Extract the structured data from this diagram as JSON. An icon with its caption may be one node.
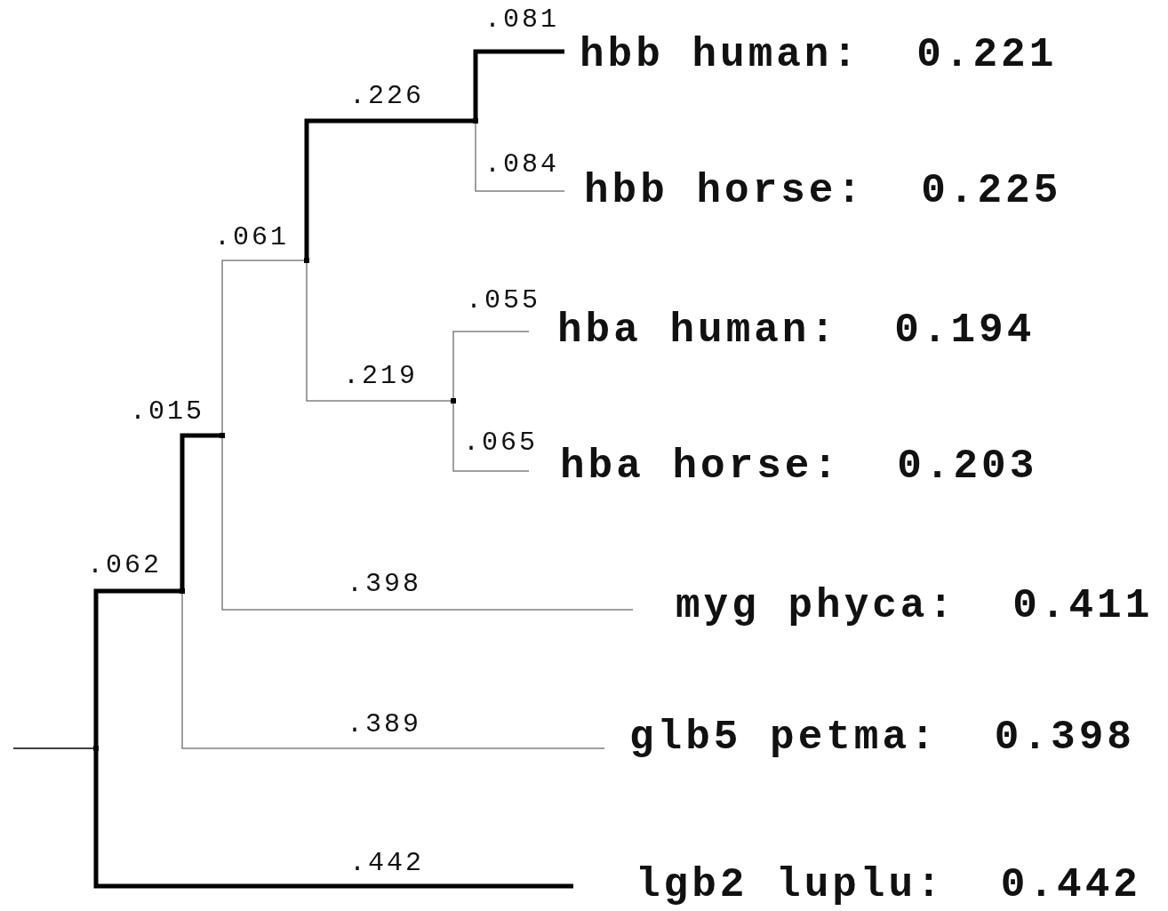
{
  "diagram": {
    "nodes": [
      {
        "text": [],
        "shape": "point"
      },
      {
        "text": [],
        "shape": "point"
      },
      {
        "text": [],
        "shape": "point"
      },
      {
        "text": [],
        "shape": "point"
      },
      {
        "text": [],
        "shape": "point"
      },
      {
        "text": [],
        "shape": "point"
      },
      {
        "text": [
          "hbb human:  0.221"
        ]
      },
      {
        "text": [
          "hbb horse:  0.225"
        ]
      },
      {
        "text": [
          "hba human:  0.194"
        ]
      },
      {
        "text": [
          "hba horse:  0.203"
        ]
      },
      {
        "text": [
          "myg phyca:  0.411"
        ]
      },
      {
        "text": [
          "glb5 petma:  0.398"
        ]
      },
      {
        "text": [
          "lgb2 luplu:  0.442"
        ]
      }
    ],
    "edges": [
      {
        "from": null,
        "to": 0,
        "arrow": "none",
        "color": "#000000"
      },
      {
        "from": 0,
        "to": 1,
        "arrow": "none",
        "label": ".062",
        "style": "thick",
        "color": "#000000"
      },
      {
        "from": 0,
        "to": 12,
        "arrow": "none",
        "label": ".442",
        "style": "thick",
        "color": "#000000"
      },
      {
        "from": 1,
        "to": 2,
        "arrow": "none",
        "label": ".015",
        "style": "thick",
        "color": "#000000"
      },
      {
        "from": 1,
        "to": 11,
        "arrow": "none",
        "label": ".389"
      },
      {
        "from": 2,
        "to": 3,
        "arrow": "none",
        "label": ".061"
      },
      {
        "from": 2,
        "to": 10,
        "arrow": "none",
        "label": ".398"
      },
      {
        "from": 3,
        "to": 4,
        "arrow": "none",
        "label": ".226",
        "style": "thick",
        "color": "#000000"
      },
      {
        "from": 3,
        "to": 5,
        "arrow": "none",
        "label": ".219"
      },
      {
        "from": 4,
        "to": 6,
        "arrow": "none",
        "label": ".081",
        "style": "thick",
        "color": "#000000"
      },
      {
        "from": 4,
        "to": 7,
        "arrow": "none",
        "label": ".084"
      },
      {
        "from": 5,
        "to": 8,
        "arrow": "none",
        "label": ".055"
      },
      {
        "from": 5,
        "to": 9,
        "arrow": "none",
        "label": ".065"
      }
    ]
  }
}
